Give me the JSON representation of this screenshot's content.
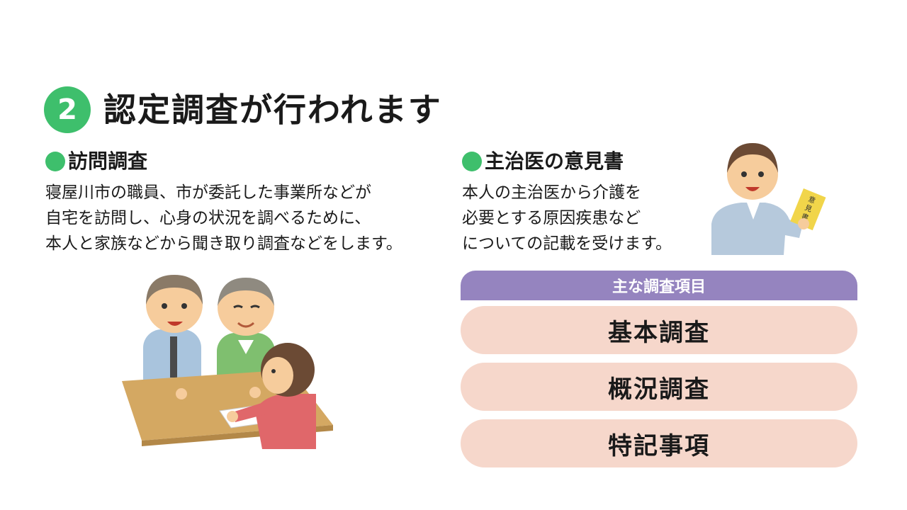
{
  "title": {
    "number": "2",
    "text": "認定調査が行われます"
  },
  "visit_survey": {
    "heading": "訪問調査",
    "lines": [
      "寝屋川市の職員、市が委託した事業所などが",
      "自宅を訪問し、心身の状況を調べるために、",
      "本人と家族などから聞き取り調査などをします。"
    ]
  },
  "doctor_opinion": {
    "heading": "主治医の意見書",
    "lines": [
      "本人の主治医から介護を",
      "必要とする原因疾患など",
      "についての記載を受けます。"
    ],
    "document_label": "意見書"
  },
  "survey_items": {
    "header": "主な調査項目",
    "items": [
      "基本調査",
      "概況調査",
      "特記事項"
    ]
  },
  "colors": {
    "accent_green": "#3ebf6c",
    "header_purple": "#9584bf",
    "pill_pink": "#f6d7cb"
  }
}
